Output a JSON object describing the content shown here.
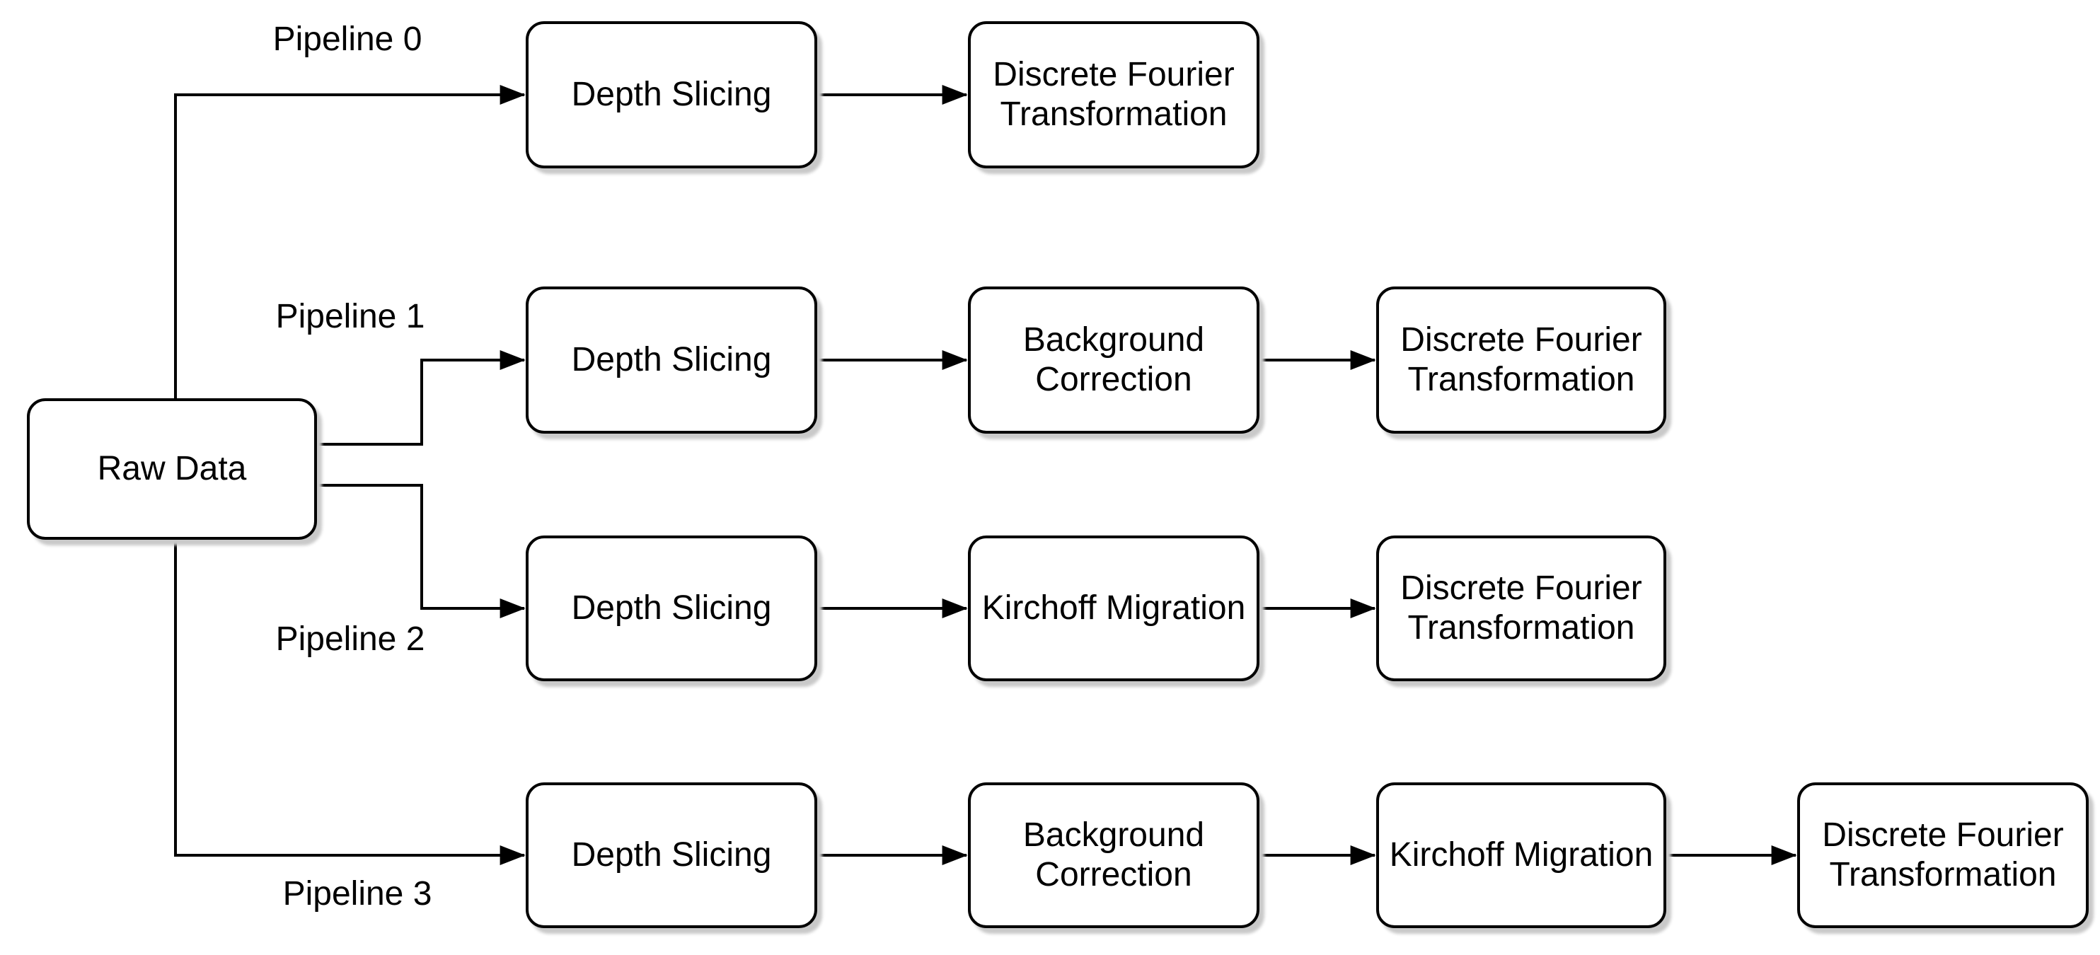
{
  "diagram": {
    "kind": "flowchart",
    "source_node": {
      "label": "Raw Data"
    },
    "pipelines": [
      {
        "label": "Pipeline 0",
        "stages": [
          "Depth Slicing",
          "Discrete Fourier Transformation"
        ]
      },
      {
        "label": "Pipeline 1",
        "stages": [
          "Depth Slicing",
          "Background Correction",
          "Discrete Fourier Transformation"
        ]
      },
      {
        "label": "Pipeline 2",
        "stages": [
          "Depth Slicing",
          "Kirchoff Migration",
          "Discrete Fourier Transformation"
        ]
      },
      {
        "label": "Pipeline 3",
        "stages": [
          "Depth Slicing",
          "Background Correction",
          "Kirchoff Migration",
          "Discrete Fourier Transformation"
        ]
      }
    ],
    "colors": {
      "background": "#ffffff",
      "node_fill": "#ffffff",
      "node_border": "#000000",
      "text": "#000000",
      "connector": "#000000",
      "shadow": "#c9c9c9"
    }
  }
}
